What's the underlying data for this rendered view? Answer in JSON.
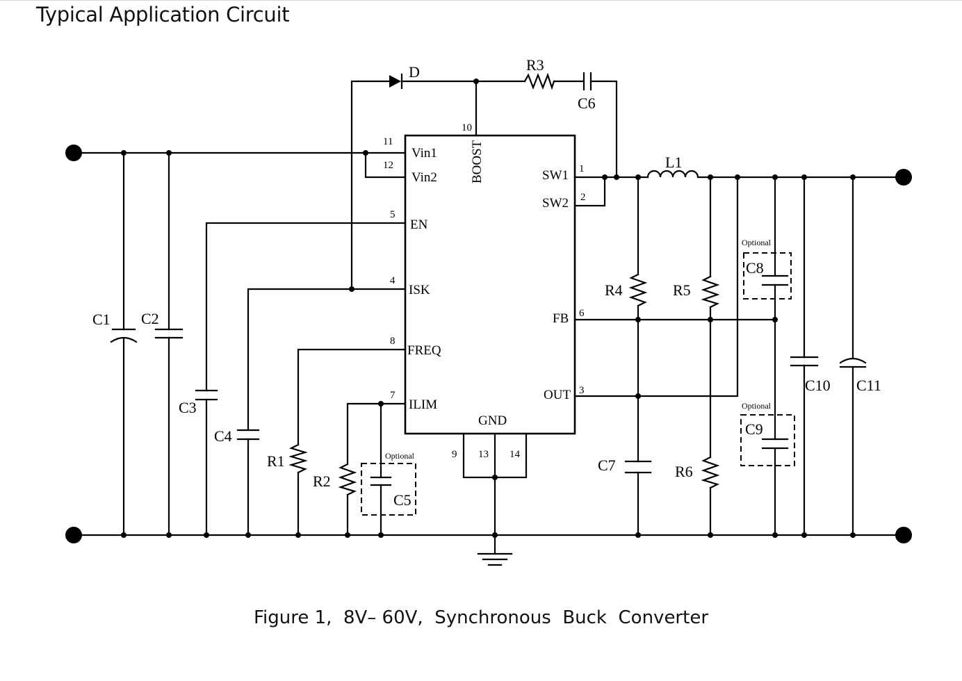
{
  "title": "Typical Application Circuit",
  "caption": "Figure 1,  8V– 60V,  Synchronous  Buck  Converter",
  "ic": {
    "pins": [
      {
        "num": "11",
        "name": "Vin1"
      },
      {
        "num": "12",
        "name": "Vin2"
      },
      {
        "num": "5",
        "name": "EN"
      },
      {
        "num": "4",
        "name": "ISK"
      },
      {
        "num": "8",
        "name": "FREQ"
      },
      {
        "num": "7",
        "name": "ILIM"
      },
      {
        "num": "10",
        "name": "BOOST"
      },
      {
        "num": "1",
        "name": "SW1"
      },
      {
        "num": "2",
        "name": "SW2"
      },
      {
        "num": "6",
        "name": "FB"
      },
      {
        "num": "3",
        "name": "OUT"
      },
      {
        "num": "9",
        "name": ""
      },
      {
        "num": "13",
        "name": ""
      },
      {
        "num": "14",
        "name": ""
      }
    ],
    "gnd_label": "GND"
  },
  "components": {
    "D": "D",
    "R3": "R3",
    "C6": "C6",
    "L1": "L1",
    "C1": "C1",
    "C2": "C2",
    "C3": "C3",
    "C4": "C4",
    "R1": "R1",
    "R2": "R2",
    "C5": "C5",
    "R4": "R4",
    "R5": "R5",
    "C7": "C7",
    "R6": "R6",
    "C8": "C8",
    "C9": "C9",
    "C10": "C10",
    "C11": "C11"
  },
  "optional_label": "Optional"
}
